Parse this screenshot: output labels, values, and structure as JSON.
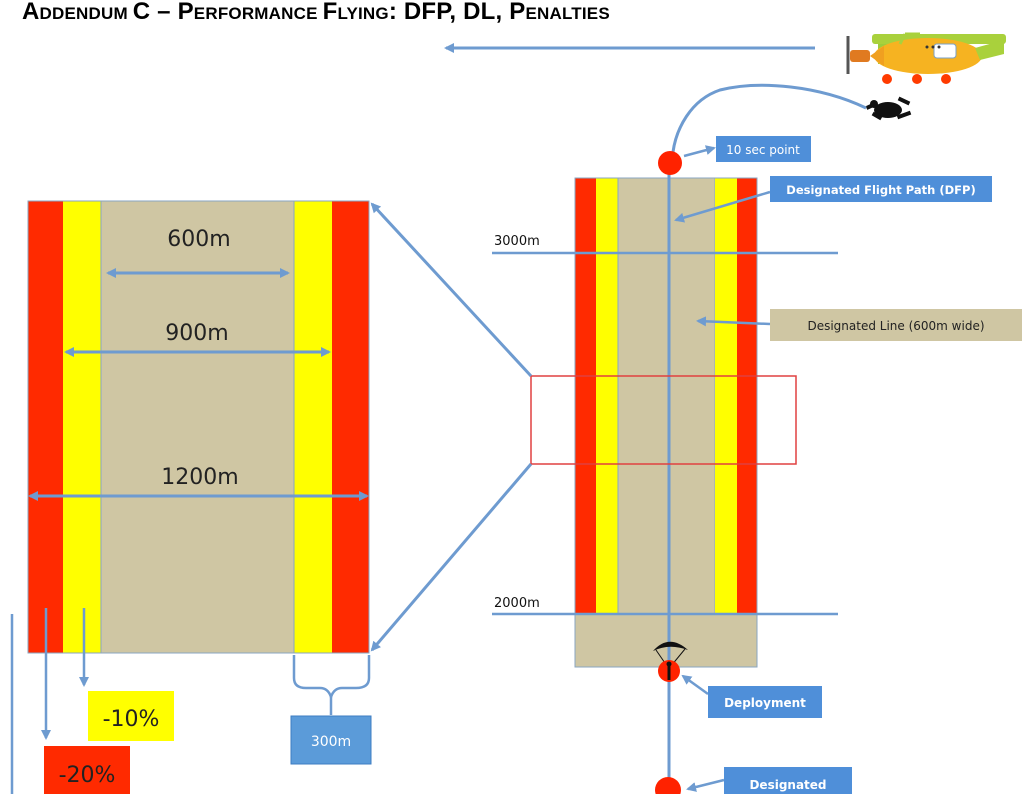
{
  "title": {
    "parts": [
      {
        "text": "A",
        "cls": "big"
      },
      {
        "text": "DDENDUM ",
        "cls": "sc"
      },
      {
        "text": "C – P",
        "cls": "big"
      },
      {
        "text": "ERFORMANCE ",
        "cls": "sc"
      },
      {
        "text": "F",
        "cls": "big"
      },
      {
        "text": "LYING",
        "cls": "sc"
      },
      {
        "text": ": DFP, DL, P",
        "cls": "big"
      },
      {
        "text": "ENALTIES",
        "cls": "sc"
      }
    ]
  },
  "labels": {
    "ten_sec_point": "10 sec point",
    "designated_flight_path": "Designated Flight Path (DFP)",
    "designated_line": "Designated Line (600m wide)",
    "altitude_3000": "3000m",
    "altitude_2000": "2000m",
    "deployment": "Deployment",
    "designated": "Designated",
    "width_600": "600m",
    "width_900": "900m",
    "width_1200": "1200m",
    "width_300": "300m",
    "penalty_10": "-10%",
    "penalty_20": "-20%"
  },
  "colors": {
    "red_zone": "#ff2a00",
    "yellow_zone": "#ffff00",
    "tan_zone": "#cfc6a3",
    "arrow_blue": "#6e9bd0",
    "label_blue": "#4f8fd9",
    "marker_red": "#ff2200"
  },
  "icons": [
    "airplane-icon",
    "skydiver-icon",
    "parachute-icon"
  ]
}
